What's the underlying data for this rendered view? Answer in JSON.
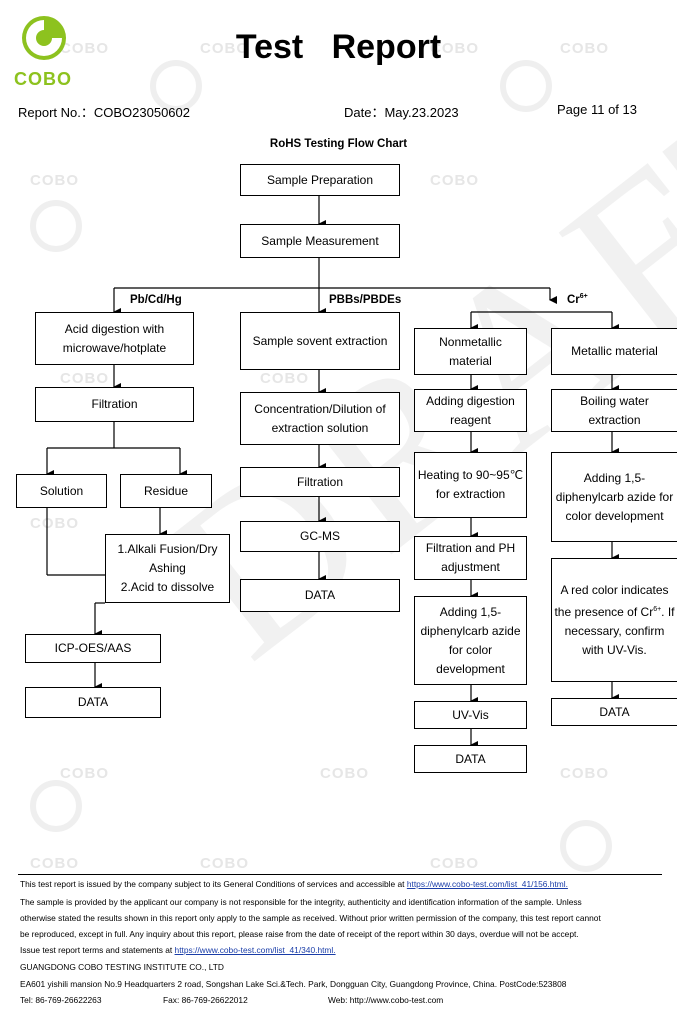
{
  "logo": {
    "text": "COBO"
  },
  "watermark": {
    "text": "COBO",
    "draft_text": "DRAFT"
  },
  "title": "Test   Report",
  "header": {
    "report_no": "Report No.：COBO23050602",
    "date": "Date：May.23.2023",
    "page": "Page 11 of 13"
  },
  "chart_title": "RoHS Testing Flow Chart",
  "branches": {
    "left": "Pb/Cd/Hg",
    "middle": "PBBs/PBDEs",
    "right": "Cr6+"
  },
  "nodes": {
    "sample_prep": "Sample Preparation",
    "sample_meas": "Sample Measurement",
    "acid_digestion": "Acid digestion with microwave/hotplate",
    "filtration_left": "Filtration",
    "solution": "Solution",
    "residue": "Residue",
    "alkali_1": "1.Alkali Fusion/Dry Ashing",
    "alkali_2": "2.Acid to dissolve",
    "icp": "ICP-OES/AAS",
    "data_left": "DATA",
    "solvent_extraction": "Sample sovent extraction",
    "concentration": "Concentration/Dilution of extraction solution",
    "filtration_mid": "Filtration",
    "gcms": "GC-MS",
    "data_mid": "DATA",
    "nonmetallic": "Nonmetallic material",
    "adding_digestion": "Adding digestion reagent",
    "heating": "Heating to 90~95℃ for extraction",
    "filtration_ph": "Filtration and PH adjustment",
    "adding_diphenyl_1": "Adding 1,5-diphenylcarb azide for color development",
    "uvvis": "UV-Vis",
    "data_cr1": "DATA",
    "metallic": "Metallic material",
    "boiling": "Boiling water extraction",
    "adding_diphenyl_2": "Adding 1,5-diphenylcarb azide for color development",
    "red_color": "A red color indicates the presence of Cr6+. If necessary, confirm with UV-Vis.",
    "data_cr2": "DATA"
  },
  "footer": {
    "line1_text": "This test report is issued by the company subject to its General Conditions of services and accessible at ",
    "line1_link": "https://www.cobo-test.com/list_41/156.html.",
    "line2": "The sample is provided by the applicant our company is not responsible for the integrity, authenticity and identification information of the sample. Unless",
    "line3": "otherwise stated the results shown in this report only apply to the sample as received. Without prior written permission of the company, this test report cannot",
    "line4": "be reproduced, except in full. Any inquiry about this report, please raise from the date of receipt of the report within 30 days, overdue will not be accept.",
    "line5_text": "Issue test report terms and statements at ",
    "line5_link": "https://www.cobo-test.com/list_41/340.html.",
    "company": "GUANGDONG COBO TESTING INSTITUTE CO., LTD",
    "address": "EA601 yishili mansion No.9 Headquarters 2 road, Songshan Lake Sci.&Tech. Park, Dongguan City, Guangdong Province, China. PostCode:523808",
    "tel": "Tel:  86-769-26622263",
    "fax": "Fax:  86-769-26622012",
    "web": "Web: http://www.cobo-test.com"
  },
  "colors": {
    "logo_green": "#8dc21f",
    "link_blue": "#1a3da8"
  }
}
